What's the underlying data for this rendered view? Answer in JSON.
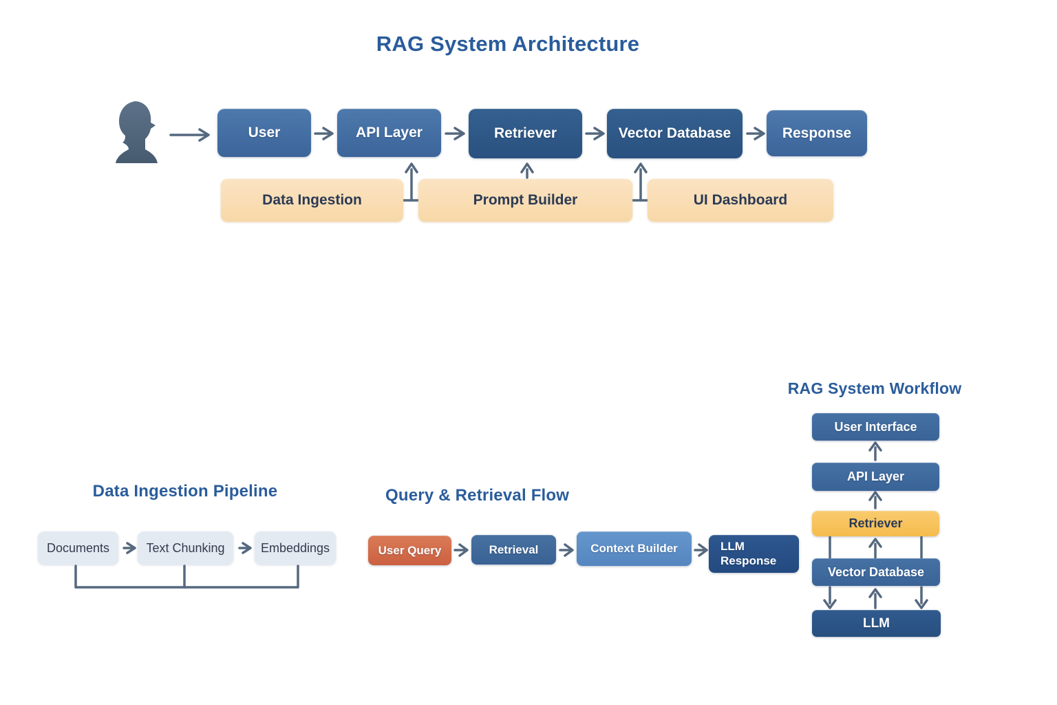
{
  "page_title": "RAG System Architecture",
  "colors": {
    "title_blue": "#2a5c9b",
    "box_blue_medium": "#41689b",
    "box_blue_dark": "#2d5484",
    "box_cream": "#fadcb1",
    "box_light_gray_blue": "#e4eaf2",
    "box_orange_red": "#d2684a",
    "box_light_blue": "#5c8ec6",
    "box_navy": "#27508a",
    "box_yellow": "#f7c35c",
    "arrow_slate": "#55687f"
  },
  "icons": {
    "actor": "person-silhouette-icon"
  },
  "main_flow": {
    "nodes": [
      {
        "label": "User"
      },
      {
        "label": "API Layer"
      },
      {
        "label": "Retriever"
      },
      {
        "label": "Vector Database"
      },
      {
        "label": "Response"
      }
    ],
    "support_nodes": [
      {
        "label": "Data Ingestion"
      },
      {
        "label": "Prompt Builder"
      },
      {
        "label": "UI Dashboard"
      }
    ]
  },
  "ingestion_pipeline": {
    "title": "Data Ingestion Pipeline",
    "nodes": [
      {
        "label": "Documents"
      },
      {
        "label": "Text Chunking"
      },
      {
        "label": "Embeddings"
      }
    ]
  },
  "query_flow": {
    "title": "Query & Retrieval Flow",
    "nodes": [
      {
        "label": "User Query"
      },
      {
        "label": "Retrieval"
      },
      {
        "label": "Context Builder"
      },
      {
        "label_line1": "LLM",
        "label_line2": "Response"
      }
    ]
  },
  "workflow": {
    "title": "RAG System Workflow",
    "nodes": [
      {
        "label": "User Interface"
      },
      {
        "label": "API Layer"
      },
      {
        "label": "Retriever"
      },
      {
        "label": "Vector Database"
      },
      {
        "label": "LLM"
      }
    ]
  }
}
